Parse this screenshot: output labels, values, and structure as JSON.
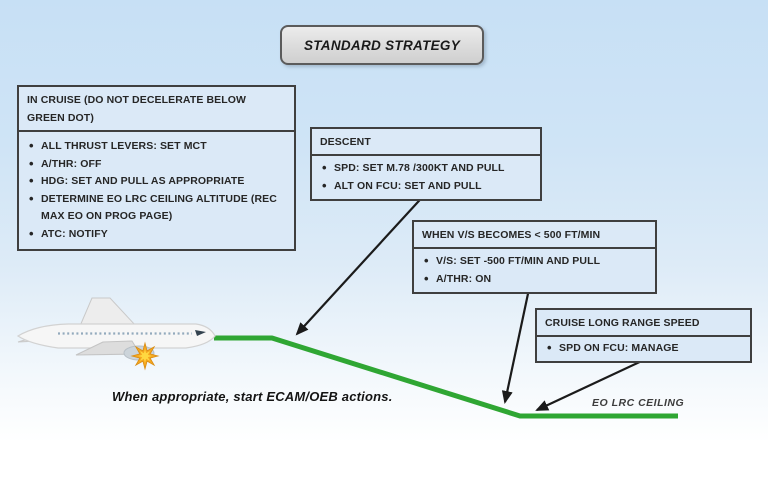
{
  "title": "STANDARD STRATEGY",
  "boxes": [
    {
      "id": "in_cruise",
      "header": "IN CRUISE (DO NOT DECELERATE BELOW GREEN DOT)",
      "bullets": [
        "ALL THRUST LEVERS: SET MCT",
        "A/THR: OFF",
        "HDG: SET AND PULL AS APPROPRIATE",
        "DETERMINE EO LRC CEILING ALTITUDE (REC MAX EO ON PROG PAGE)",
        "ATC: NOTIFY"
      ]
    },
    {
      "id": "descent",
      "header": "DESCENT",
      "bullets": [
        "SPD: SET M.78 /300KT AND PULL",
        "ALT ON FCU: SET AND PULL"
      ]
    },
    {
      "id": "when_vs",
      "header": "WHEN V/S BECOMES < 500 FT/MIN",
      "bullets": [
        "V/S: SET -500 FT/MIN AND PULL",
        "A/THR: ON"
      ]
    },
    {
      "id": "cruise_lrs",
      "header": "CRUISE LONG RANGE SPEED",
      "bullets": [
        "SPD ON FCU: MANAGE"
      ]
    }
  ],
  "notes": {
    "ecam": "When appropriate, start ECAM/OEB actions.",
    "ceiling_label": "EO LRC CEILING"
  },
  "icons": {
    "airplane": "airplane-icon",
    "engine_fire": "engine-fire-burst-icon",
    "arrows": "pointer-arrow-icon"
  },
  "colors": {
    "path_green": "#2fa633",
    "fire_orange": "#f6a821",
    "fire_yellow": "#ffd840",
    "box_fill": "#dbe9f7",
    "box_border": "#3f3f3f",
    "title_fill": "#dadada",
    "background_top": "#c7e0f5"
  }
}
